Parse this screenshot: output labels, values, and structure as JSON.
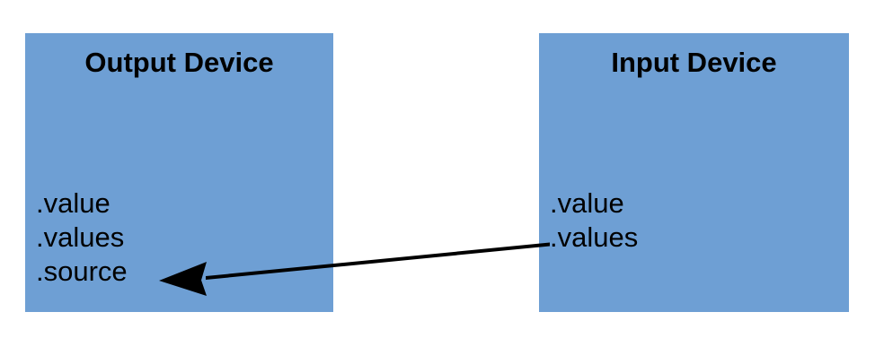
{
  "diagram": {
    "background_color": "#ffffff",
    "box_fill_color": "#6e9fd4",
    "text_color": "#000000",
    "arrow_color": "#000000",
    "boxes": [
      {
        "id": "output-device",
        "title": "Output Device",
        "properties": [
          {
            "label": ".value"
          },
          {
            "label": ".values"
          },
          {
            "label": ".source"
          }
        ]
      },
      {
        "id": "input-device",
        "title": "Input Device",
        "properties": [
          {
            "label": ".value"
          },
          {
            "label": ".values"
          }
        ]
      }
    ],
    "connector": {
      "name": "values-to-source-arrow",
      "direction": "right-to-left",
      "from": "Input Device .values",
      "to": "Output Device .source"
    }
  }
}
